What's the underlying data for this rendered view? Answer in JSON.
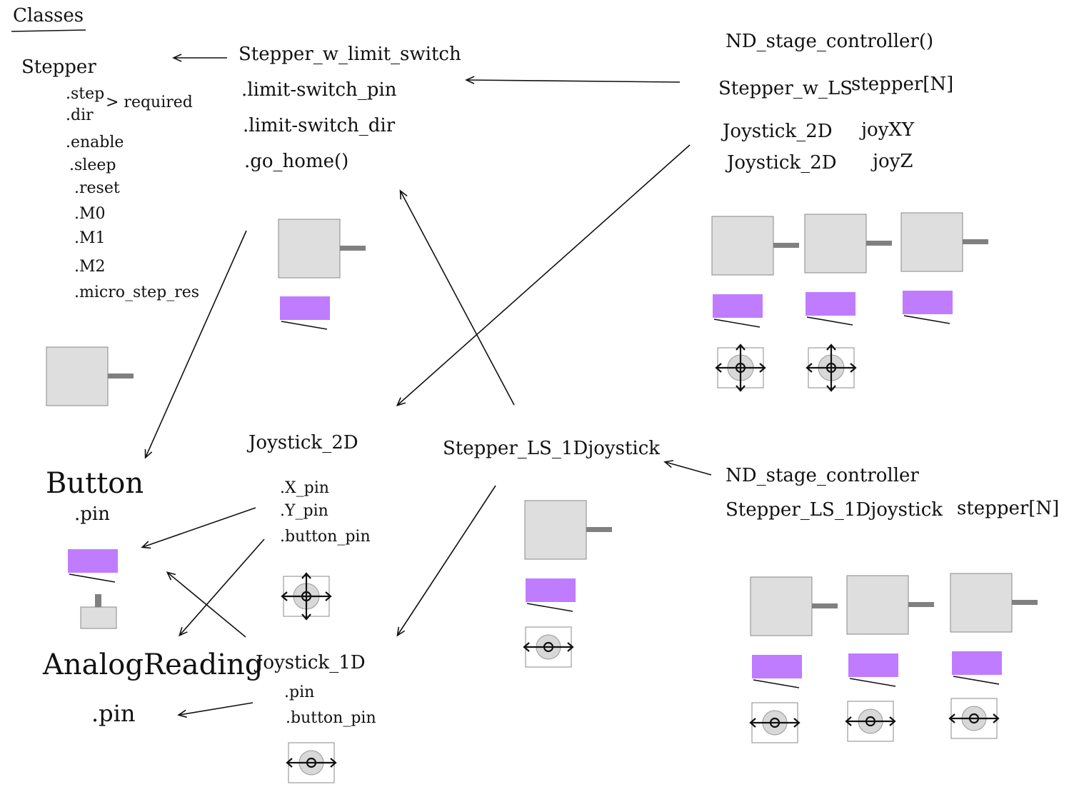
{
  "heading": "Classes",
  "stepper": {
    "name": "Stepper",
    "note": "> required",
    "fields": [
      ".step",
      ".dir",
      ".enable",
      ".sleep",
      ".reset",
      ".M0",
      ".M1",
      ".M2",
      ".micro_step_res"
    ]
  },
  "stepper_ls": {
    "name": "Stepper_w_limit_switch",
    "fields": [
      ".limit-switch_pin",
      ".limit-switch_dir",
      ".go_home()"
    ]
  },
  "nd_controller_1": {
    "name": "ND_stage_controller()",
    "rows": [
      {
        "type": "Stepper_w_LS",
        "var": "stepper[N]"
      },
      {
        "type": "Joystick_2D",
        "var": "joyXY"
      },
      {
        "type": "Joystick_2D",
        "var": "joyZ"
      }
    ]
  },
  "button": {
    "name": "Button",
    "fields": [
      ".pin"
    ]
  },
  "joystick_2d": {
    "name": "Joystick_2D",
    "fields": [
      ".X_pin",
      ".Y_pin",
      ".button_pin"
    ]
  },
  "stepper_ls_1d": {
    "name": "Stepper_LS_1Djoystick"
  },
  "nd_controller_2": {
    "name": "ND_stage_controller",
    "row": {
      "type": "Stepper_LS_1Djoystick",
      "var": "stepper[N]"
    }
  },
  "analog": {
    "name": "AnalogReading",
    "fields": [
      ".pin"
    ]
  },
  "joystick_1d": {
    "name": "Joystick_1D",
    "fields": [
      ".pin",
      ".button_pin"
    ]
  },
  "colors": {
    "motor_fill": "#dedede",
    "motor_stroke": "#888888",
    "shaft": "#808080",
    "switch_fill": "#c07cff",
    "ink": "#111111"
  }
}
